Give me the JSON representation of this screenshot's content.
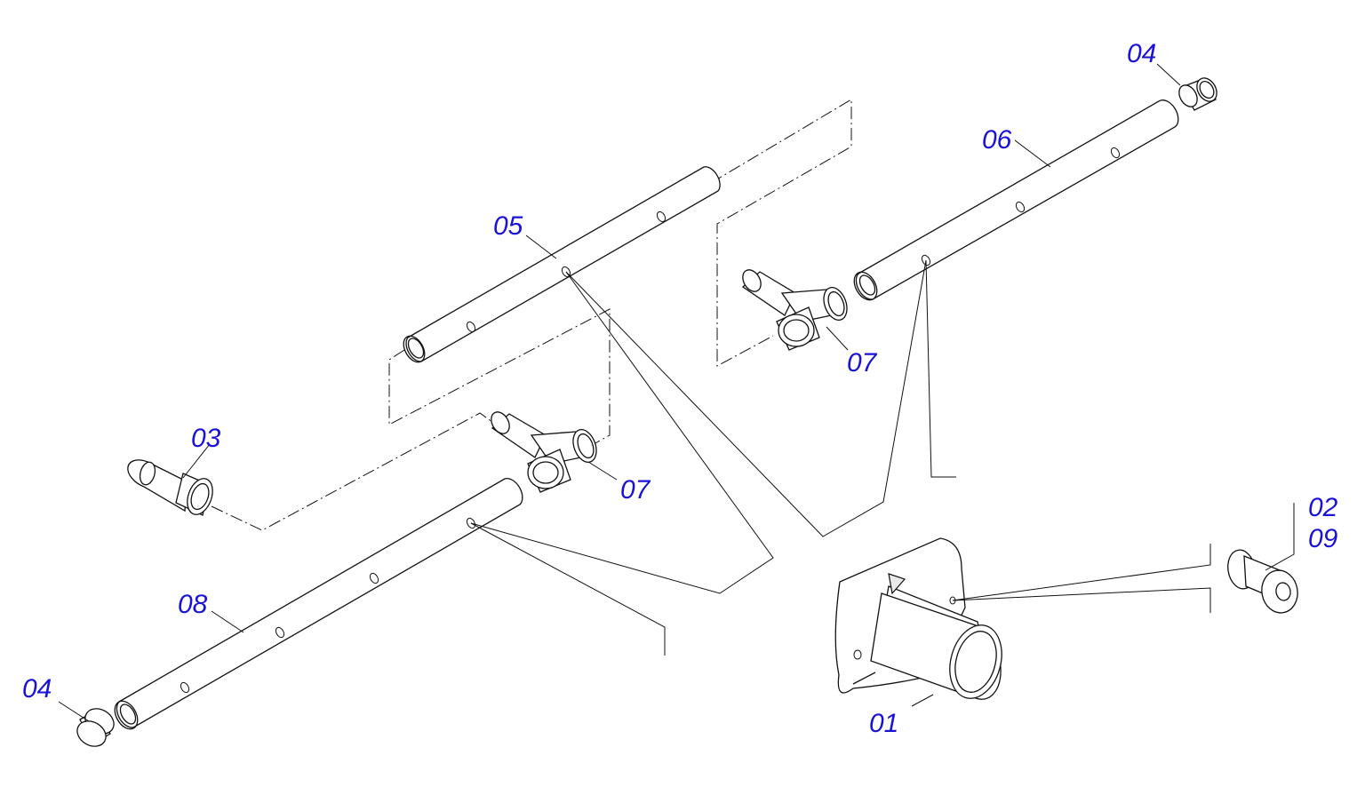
{
  "callouts": {
    "c01": "01",
    "c02": "02",
    "c03": "03",
    "c04_top": "04",
    "c04_bottom": "04",
    "c05": "05",
    "c06": "06",
    "c07_left": "07",
    "c07_right": "07",
    "c08": "08",
    "c09": "09"
  },
  "colors": {
    "callout": "#1a12d6",
    "line": "#111111",
    "background": "#ffffff"
  }
}
